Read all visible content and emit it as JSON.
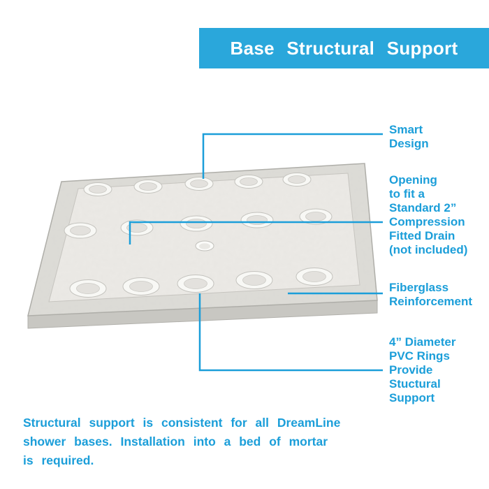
{
  "header": {
    "title": "Base Structural Support"
  },
  "callouts": {
    "smart_design": {
      "label": "Smart\nDesign"
    },
    "drain_opening": {
      "label": "Opening\nto fit a\nStandard 2”\nCompression\nFitted Drain\n(not included)"
    },
    "fiberglass": {
      "label": "Fiberglass\nReinforcement"
    },
    "pvc_rings": {
      "label": "4” Diameter\nPVC Rings\nProvide\nStuctural\nSupport"
    }
  },
  "footer": {
    "text": "Structural support is consistent for all DreamLine\nshower bases. Installation into a bed of mortar\nis required."
  },
  "colors": {
    "brand_blue": "#1b9ed9",
    "banner_bg": "#2aa7db",
    "banner_text": "#ffffff"
  }
}
